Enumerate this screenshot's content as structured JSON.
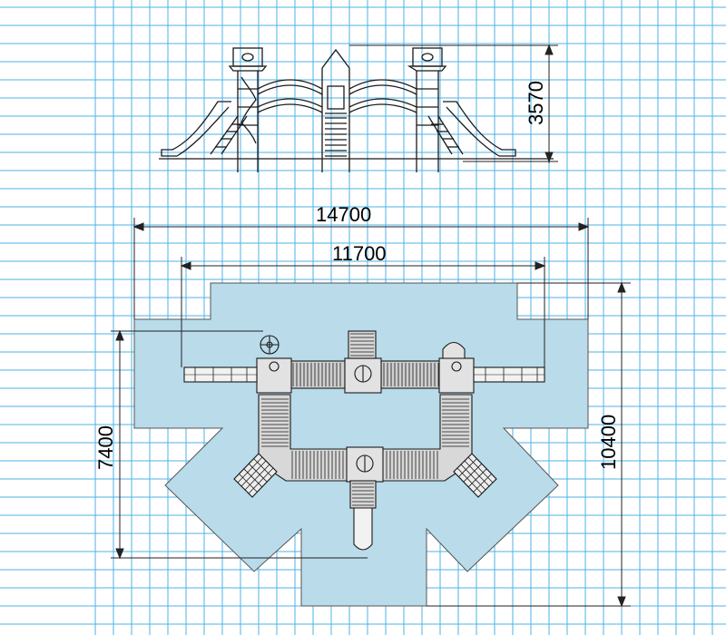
{
  "colors": {
    "grid_line": "#4db3e6",
    "zone_fill": "#b9dbea",
    "zone_stroke": "#555555",
    "ink": "#1a1a1a",
    "background": "#ffffff"
  },
  "dimensions": {
    "height_elevation": "3570",
    "overall_width": "14700",
    "inner_width": "11700",
    "left_depth": "7400",
    "overall_depth": "10400"
  }
}
